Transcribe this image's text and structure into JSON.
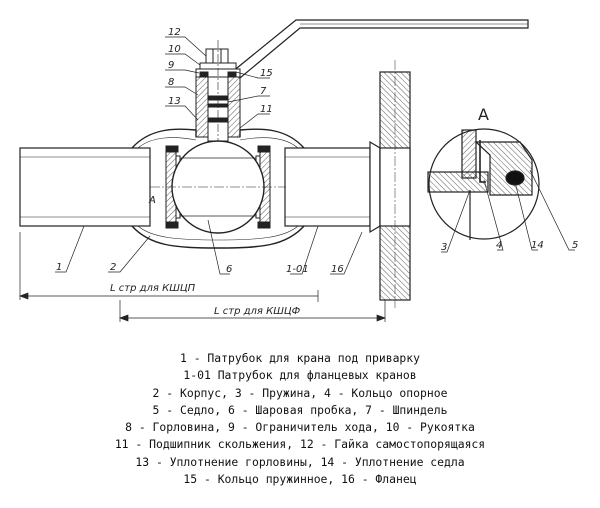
{
  "drawing": {
    "detail_letter": "А",
    "detail_marker": "А",
    "dim_kshcp": "L стр для КШЦП",
    "dim_kshcf": "L стр для КШЦФ",
    "labels": {
      "l1": "1",
      "l2": "2",
      "l6": "6",
      "l101": "1-01",
      "l16": "16",
      "l12": "12",
      "l10": "10",
      "l9": "9",
      "l8": "8",
      "l13": "13",
      "l15": "15",
      "l7": "7",
      "l11": "11",
      "d3": "3",
      "d4": "4",
      "d14": "14",
      "d5": "5"
    }
  },
  "legend": [
    "1 - Патрубок для крана под приварку",
    "1-01 Патрубок для фланцевых кранов",
    "2 - Корпус, 3 - Пружина, 4 - Кольцо опорное",
    "5 - Седло, 6 - Шаровая пробка, 7 - Шпиндель",
    "8 - Горловина, 9 - Ограничитель хода, 10 - Рукоятка",
    "11 - Подшипник скольжения, 12 - Гайка самостопорящаяся",
    "13 - Уплотнение горловины, 14 - Уплотнение седла",
    "15 - Кольцо пружинное, 16 - Фланец"
  ]
}
